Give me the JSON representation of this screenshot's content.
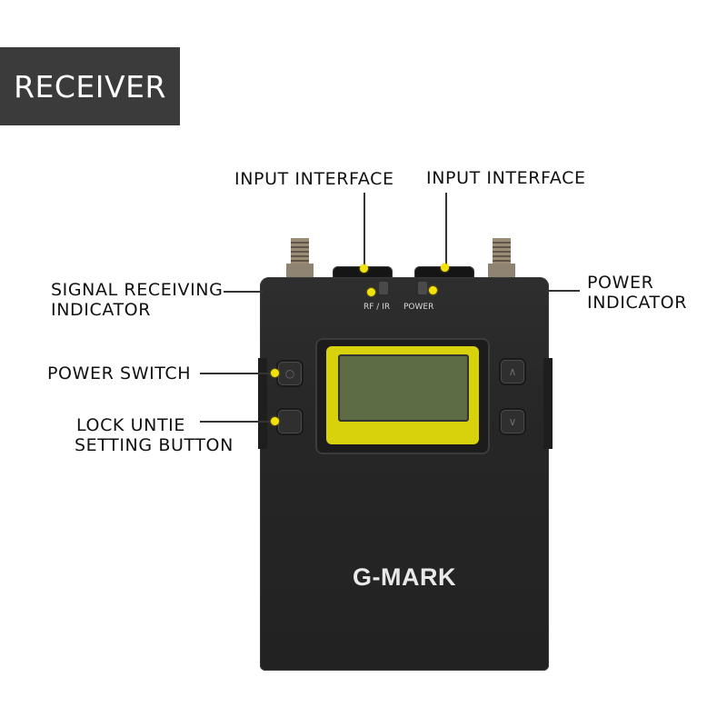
{
  "banner": {
    "title": "RECEIVER"
  },
  "callouts": {
    "input_interface_left": "INPUT INTERFACE",
    "input_interface_right": "INPUT INTERFACE",
    "signal_receiving_1": "SIGNAL RECEIVING",
    "signal_receiving_2": "INDICATOR",
    "power_indicator_1": "POWER",
    "power_indicator_2": "INDICATOR",
    "power_switch": "POWER SWITCH",
    "lock_untie_1": "LOCK UNTIE",
    "lock_untie_2": "SETTING BUTTON"
  },
  "device": {
    "brand": "G-MARK",
    "led_label_left": "RF / IR",
    "led_label_right": "POWER",
    "key_up_symbol": "∧",
    "key_down_symbol": "∨",
    "key_power_symbol": "○"
  },
  "colors": {
    "banner_bg": "#3b3b3b",
    "marker_dot": "#f3e20a",
    "lcd_frame": "#d8d20c",
    "body": "#262626"
  }
}
